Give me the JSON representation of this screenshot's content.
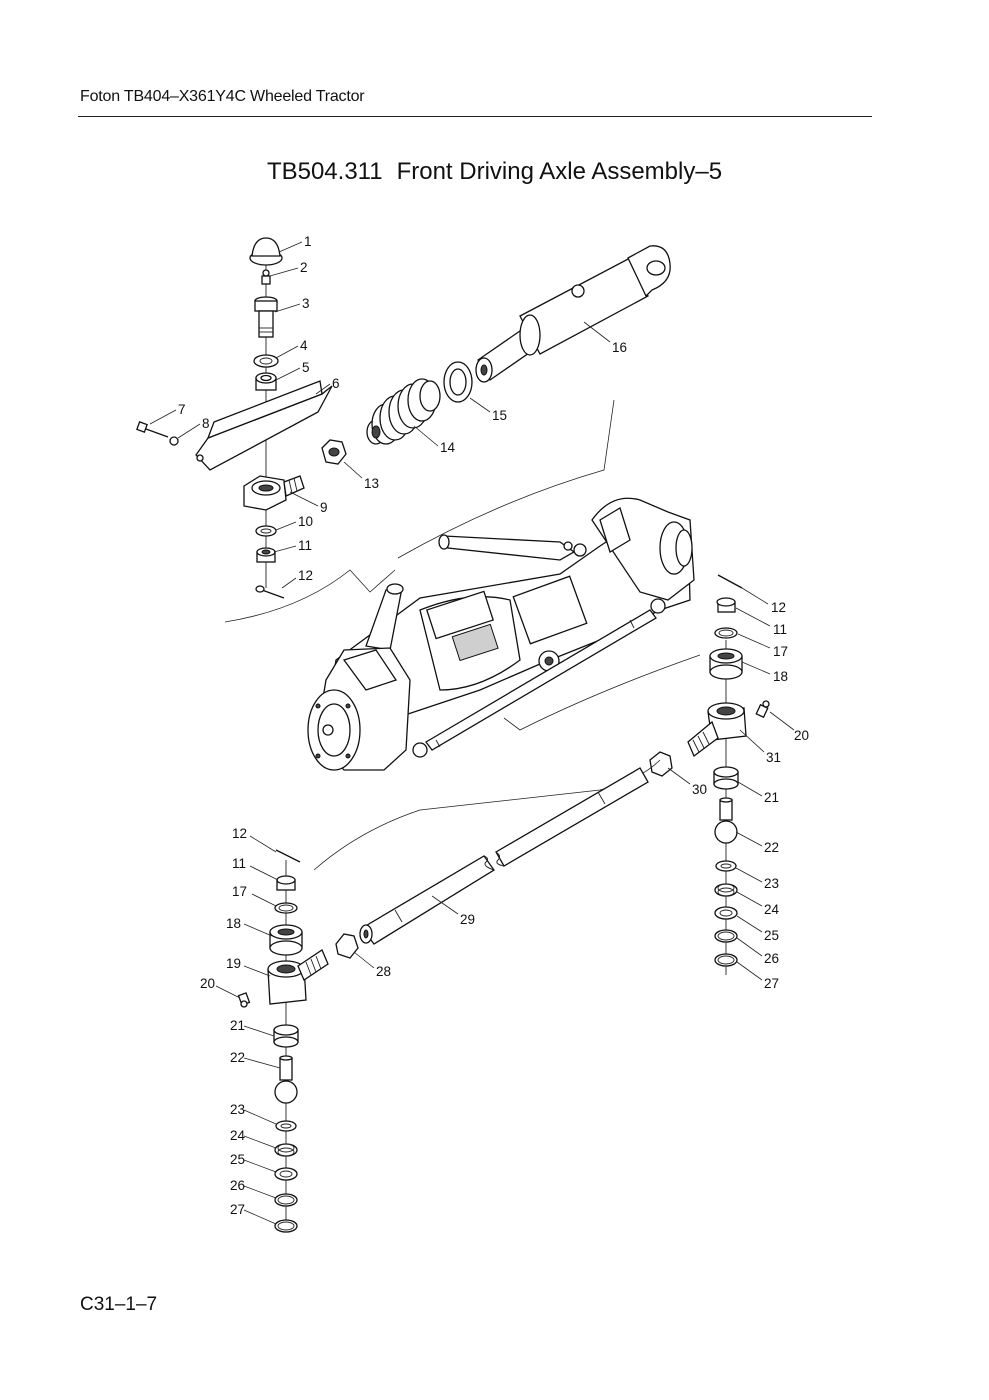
{
  "header": {
    "title": "Foton TB404–X361Y4C Wheeled Tractor"
  },
  "page_title": {
    "code": "TB504.311",
    "name": "Front Driving Axle Assembly–5"
  },
  "footer": {
    "page_ref": "C31–1–7"
  },
  "callouts": {
    "l1": "1",
    "l2": "2",
    "l3": "3",
    "l4": "4",
    "l5": "5",
    "l6": "6",
    "l7": "7",
    "l8": "8",
    "l9": "9",
    "l10": "10",
    "l11": "11",
    "l12": "12",
    "l13": "13",
    "l14": "14",
    "l15": "15",
    "l16": "16",
    "r12": "12",
    "r11": "11",
    "r17": "17",
    "r18": "18",
    "r20": "20",
    "r31": "31",
    "r30": "30",
    "r21": "21",
    "r22": "22",
    "r23": "23",
    "r24": "24",
    "r25": "25",
    "r26": "26",
    "r27": "27",
    "m29": "29",
    "m28": "28",
    "b12": "12",
    "b11": "11",
    "b17": "17",
    "b18": "18",
    "b19": "19",
    "b20": "20",
    "b21": "21",
    "b22": "22",
    "b23": "23",
    "b24": "24",
    "b25": "25",
    "b26": "26",
    "b27": "27"
  }
}
